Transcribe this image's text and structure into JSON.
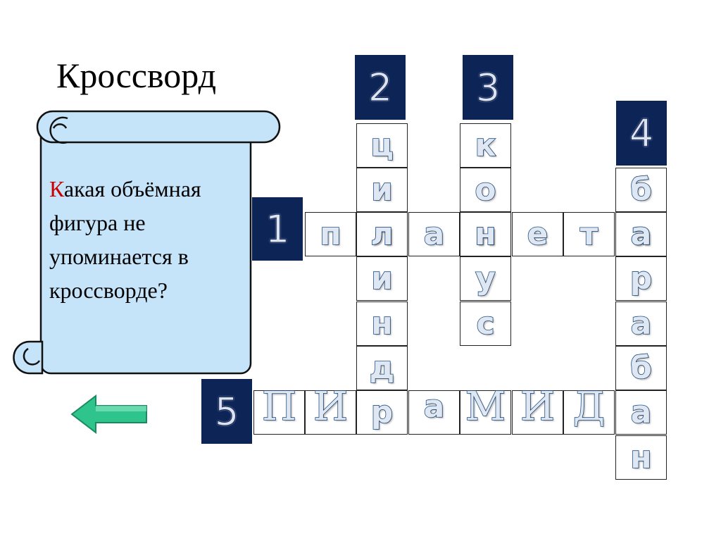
{
  "slide": {
    "title": "Кроссворд",
    "question_first": "К",
    "question_rest": "акая объёмная фигура не упоминается в кроссворде?"
  },
  "numbers": [
    "1",
    "2",
    "3",
    "4",
    "5"
  ],
  "words": {
    "across_1": [
      "п",
      "л",
      "а",
      "н",
      "е",
      "т",
      "а"
    ],
    "down_2": [
      "ц",
      "и",
      "л",
      "и",
      "н",
      "д",
      "р"
    ],
    "down_3": [
      "к",
      "о",
      "н",
      "у",
      "с"
    ],
    "down_4": [
      "б",
      "а",
      "р",
      "а",
      "б",
      "а",
      "н"
    ],
    "across_5": [
      "П",
      "И",
      "р",
      "а",
      "М",
      "И",
      "Д",
      "а"
    ]
  },
  "colors": {
    "number_box": "#0d2457",
    "letter_stroke": "#1f4f86",
    "scroll_fill": "#c5e4f9",
    "arrow": "#2fc48c",
    "question_first_letter": "#cc0000"
  },
  "icons": {
    "back": "arrow-left-icon",
    "scroll": "scroll-icon"
  }
}
